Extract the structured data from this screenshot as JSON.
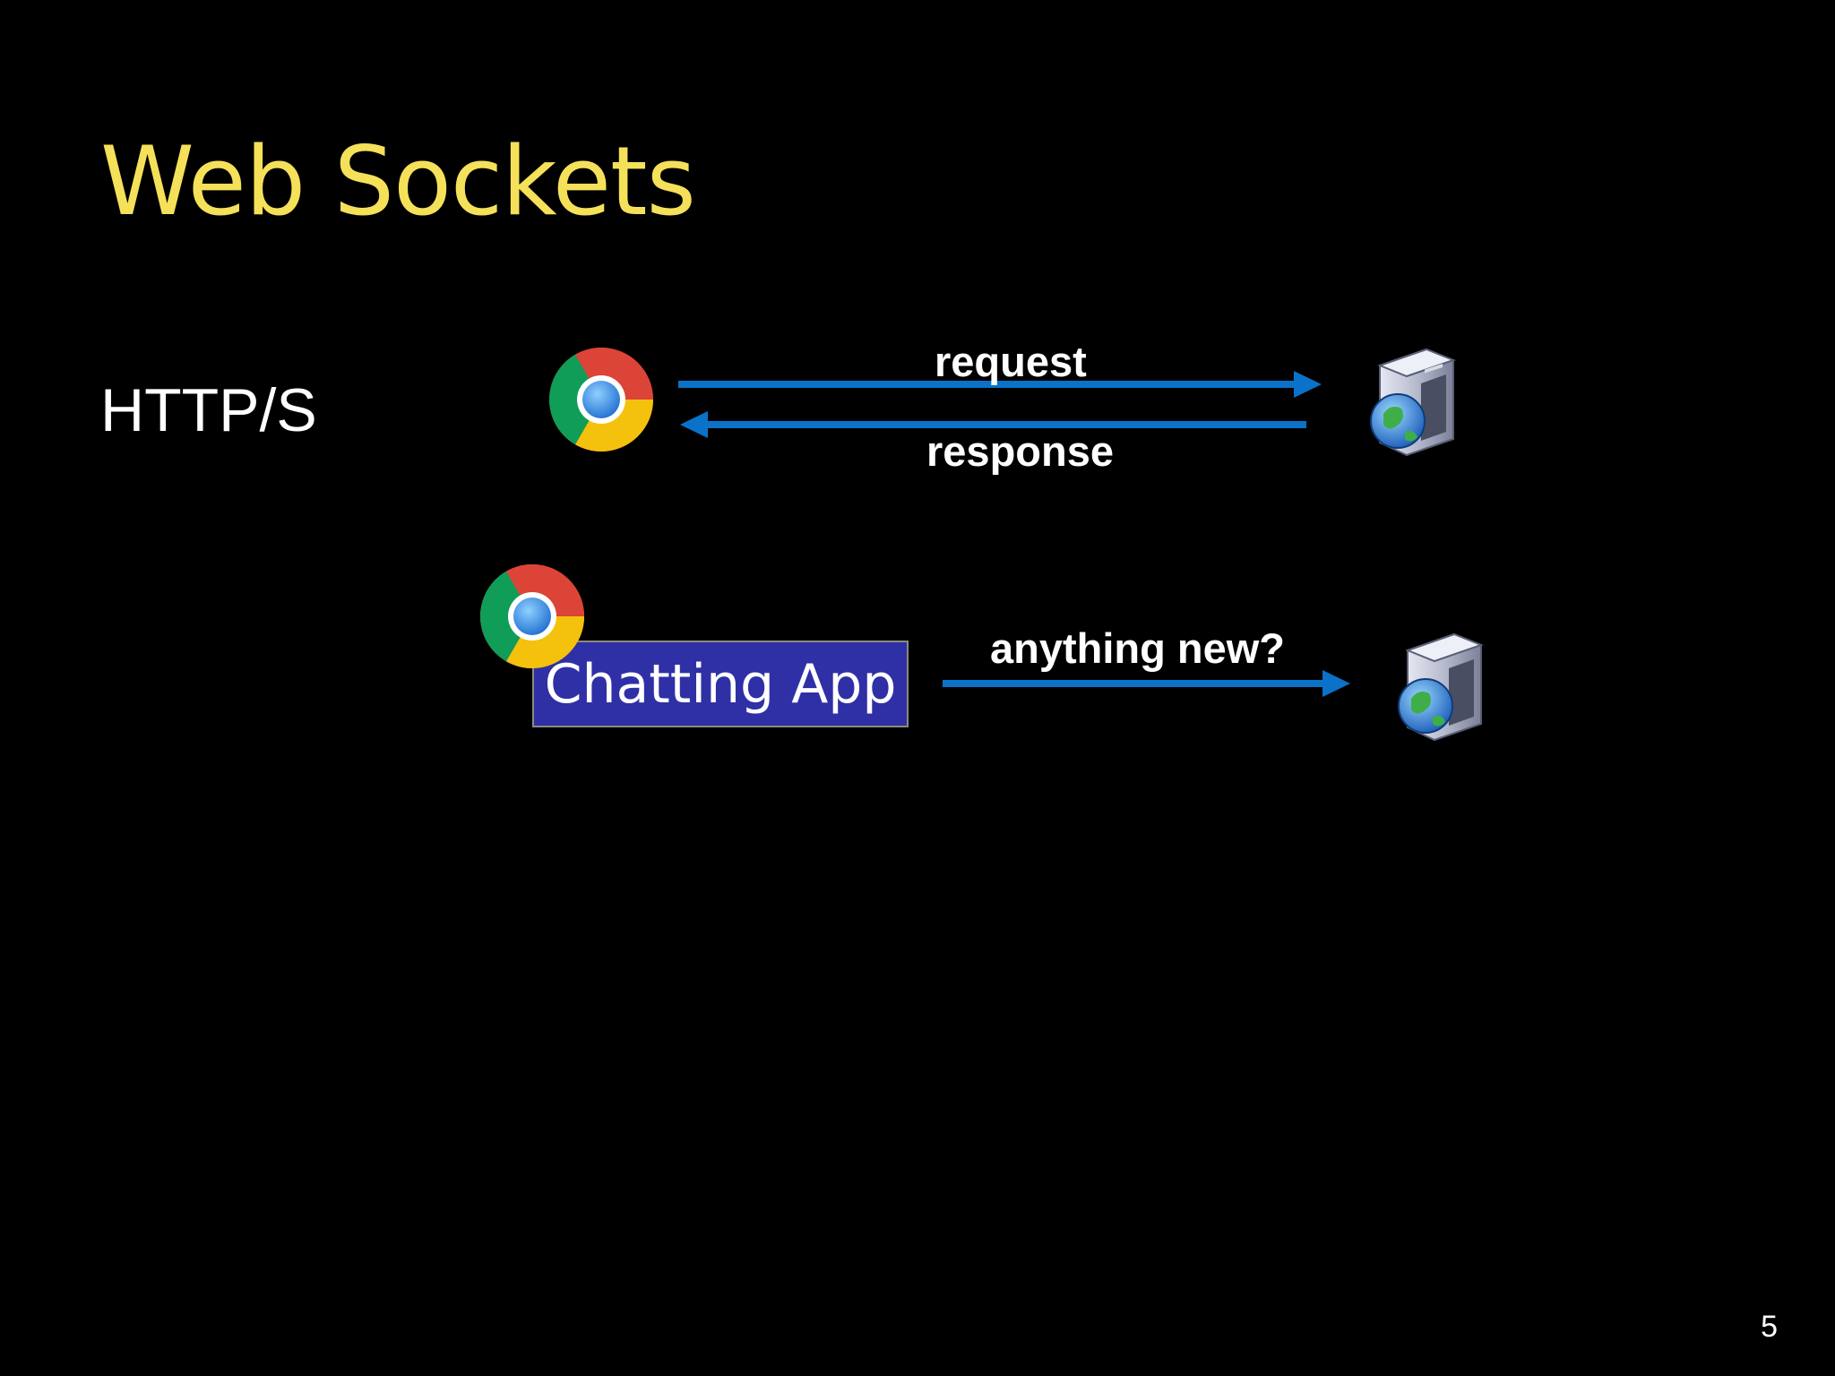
{
  "slide": {
    "title": "Web Sockets",
    "protocol_label": "HTTP/S",
    "page_number": "5"
  },
  "http_exchange": {
    "request_label": "request",
    "response_label": "response",
    "client_icon": "chrome-browser-icon",
    "server_icon": "web-server-icon"
  },
  "polling_exchange": {
    "app_label": "Chatting App",
    "query_label": "anything new?",
    "client_icon": "chrome-browser-icon",
    "server_icon": "web-server-icon"
  },
  "colors": {
    "background": "#000000",
    "title": "#f5e05a",
    "arrow": "#0a72c8",
    "app_box": "#2f30a6"
  }
}
